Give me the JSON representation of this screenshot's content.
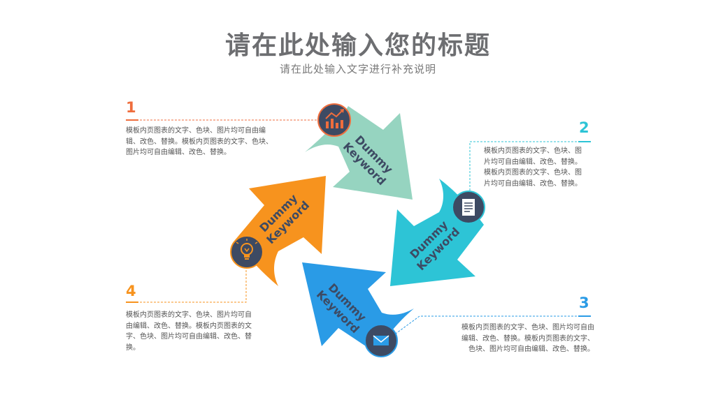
{
  "header": {
    "title": "请在此处输入您的标题",
    "subtitle": "请在此处输入文字进行补充说明"
  },
  "colors": {
    "step1": "#ef6d3d",
    "step2": "#2dc4d6",
    "step3": "#2a9be6",
    "step4": "#f7931e",
    "arrow_mint": "#96d4c0",
    "icon_bg": "#3d4a63"
  },
  "steps": [
    {
      "number": "1",
      "arrow_label_line1": "Dummy",
      "arrow_label_line2": "Keyword",
      "icon": "chart-icon",
      "desc_lines": [
        "模板内页图表的文字、色块、图片均可自由编",
        "辑、改色、替换。模板内页图表的文字、色块、",
        "图片均可自由编辑、改色、替换。"
      ]
    },
    {
      "number": "2",
      "arrow_label_line1": "Dummy",
      "arrow_label_line2": "Keyword",
      "icon": "document-icon",
      "desc_lines": [
        "模板内页图表的文字、色块、图",
        "片均可自由编辑、改色、替换。",
        "模板内页图表的文字、色块、图",
        "片均可自由编辑、改色、替换。"
      ]
    },
    {
      "number": "3",
      "arrow_label_line1": "Dummy",
      "arrow_label_line2": "Keyword",
      "icon": "envelope-icon",
      "desc_lines": [
        "模板内页图表的文字、色块、图片均可自由",
        "编辑、改色、替换。模板内页图表的文字、",
        "色块、图片均可自由编辑、改色、替换。"
      ]
    },
    {
      "number": "4",
      "arrow_label_line1": "Dummy",
      "arrow_label_line2": "Keyword",
      "icon": "lightbulb-icon",
      "desc_lines": [
        "模板内页图表的文字、色块、图片均可自",
        "由编辑、改色、替换。模板内页图表的文",
        "字、色块、图片均可自由编辑、改色、替",
        "换。"
      ]
    }
  ]
}
